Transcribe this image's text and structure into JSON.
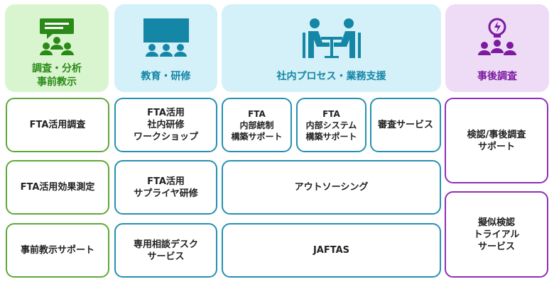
{
  "columns": {
    "research": {
      "title": "調査・分析\n事前教示",
      "icon": "presentation-people-icon"
    },
    "education": {
      "title": "教育・研修",
      "icon": "classroom-screen-icon"
    },
    "process": {
      "title": "社内プロセス・業務支援",
      "icon": "meeting-table-icon"
    },
    "post": {
      "title": "事後調査",
      "icon": "idea-team-icon"
    }
  },
  "boxes": {
    "fta_survey": "FTA活用調査",
    "fta_effect": "FTA活用効果測定",
    "prior_ruling": "事前教示サポート",
    "workshop": "FTA活用\n社内研修\nワークショップ",
    "supplier_training": "FTA活用\nサプライヤ研修",
    "help_desk": "専用相談デスク\nサービス",
    "internal_control": "FTA\n内部統制\n構築サポート",
    "internal_system": "FTA\n内部システム\n構築サポート",
    "audit": "審査サービス",
    "outsourcing": "アウトソーシング",
    "jaftas": "JAFTAS",
    "verification": "検認/事後調査\nサポート",
    "mock_trial": "擬似検認\nトライアル\nサービス"
  },
  "colors": {
    "green_bg": "#d9f5cf",
    "green_fg": "#2a8a17",
    "green_border": "#5ea83a",
    "blue_bg": "#d4f0f8",
    "blue_fg": "#1486a6",
    "blue_border": "#2590b0",
    "purple_bg": "#eedcf6",
    "purple_fg": "#7c1aa0",
    "purple_border": "#8d2fb8"
  }
}
